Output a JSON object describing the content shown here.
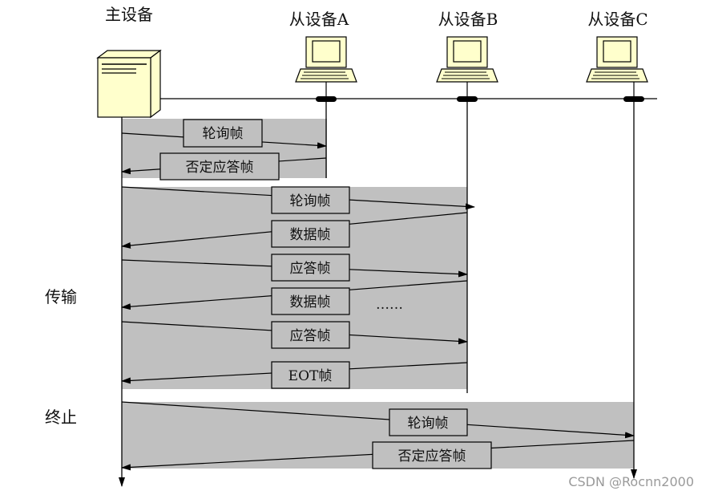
{
  "nodes": {
    "master": "主设备",
    "slave_a": "从设备A",
    "slave_b": "从设备B",
    "slave_c": "从设备C"
  },
  "phases": {
    "transfer": "传输",
    "terminate": "终止"
  },
  "messages": {
    "poll_a": "轮询帧",
    "nak_a": "否定应答帧",
    "poll_b": "轮询帧",
    "data_1": "数据帧",
    "ack_1": "应答帧",
    "data_2": "数据帧",
    "ellipsis": "……",
    "ack_2": "应答帧",
    "eot": "EOT帧",
    "poll_c": "轮询帧",
    "nak_c": "否定应答帧"
  },
  "watermark": "CSDN @Rocnn2000",
  "colors": {
    "band": "#c0c0c0",
    "computer_screen": "#ffffcc",
    "line": "#000000"
  }
}
